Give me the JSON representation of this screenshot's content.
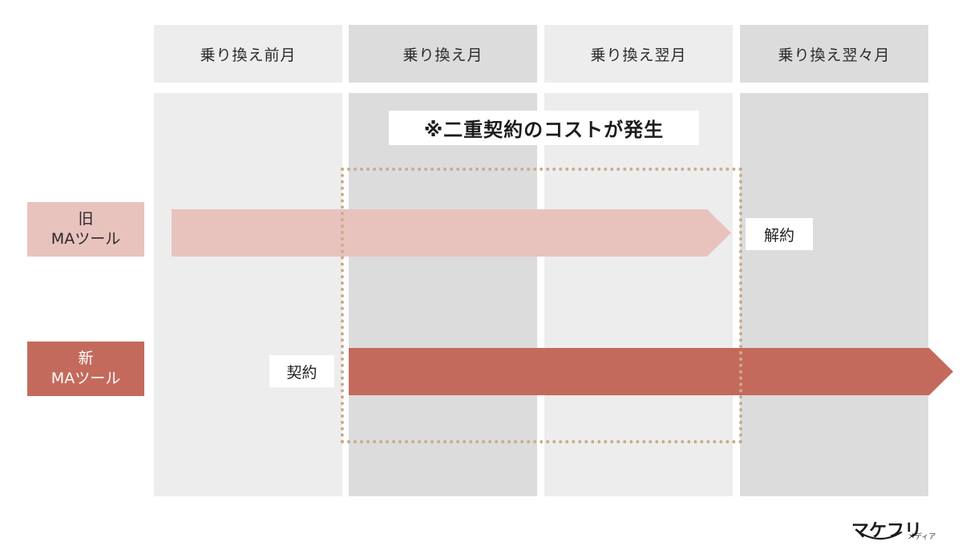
{
  "columns": [
    {
      "label": "乗り換え前月",
      "shade": "light"
    },
    {
      "label": "乗り換え月",
      "shade": "dark"
    },
    {
      "label": "乗り換え翌月",
      "shade": "light"
    },
    {
      "label": "乗り換え翌々月",
      "shade": "dark"
    }
  ],
  "rows": {
    "old": {
      "line1": "旧",
      "line2": "MAツール",
      "color": "#e8c3be",
      "end_label": "解約"
    },
    "new": {
      "line1": "新",
      "line2": "MAツール",
      "color": "#c46a5c",
      "start_label": "契約"
    }
  },
  "callout": "※二重契約のコストが発生",
  "overlap_box_color": "#c8ad8c",
  "colors": {
    "column_light": "#ededed",
    "column_dark": "#dcdcdc"
  },
  "logo": {
    "main": "マケフリ",
    "sub": "メディア"
  }
}
